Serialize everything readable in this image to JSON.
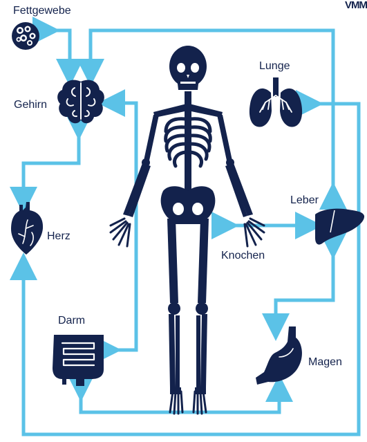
{
  "logo": {
    "text": "VMM"
  },
  "colors": {
    "arrow": "#5bc2e7",
    "figure": "#13224c"
  },
  "labels": {
    "fat": "Fettgewebe",
    "brain": "Gehirn",
    "heart": "Herz",
    "gut": "Darm",
    "lung": "Lunge",
    "liver": "Leber",
    "bone": "Knochen",
    "stomach": "Magen"
  },
  "icons": {
    "fat": "fat-tissue-icon",
    "brain": "brain-icon",
    "heart": "heart-icon",
    "gut": "intestine-icon",
    "lung": "lungs-icon",
    "liver": "liver-icon",
    "stomach": "stomach-icon",
    "skeleton": "skeleton-figure"
  }
}
